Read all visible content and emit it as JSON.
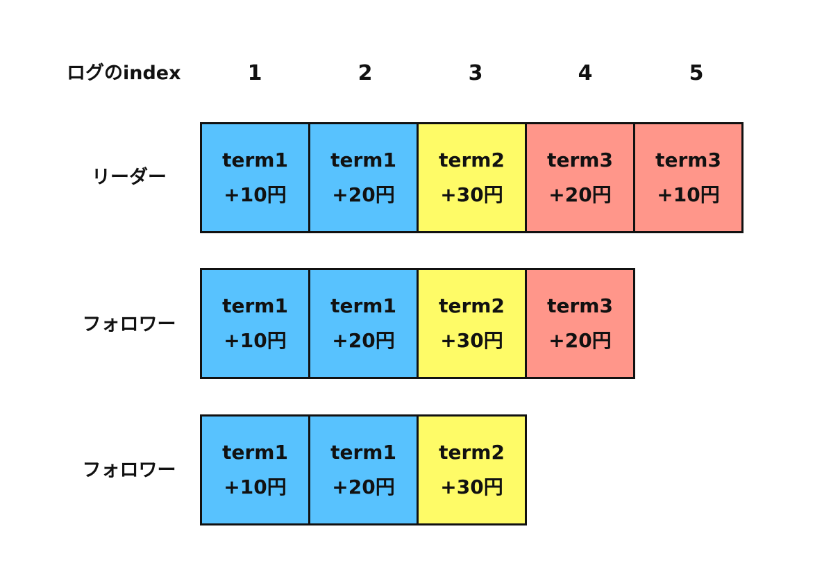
{
  "header": {
    "label": "ログのindex",
    "indices": [
      "1",
      "2",
      "3",
      "4",
      "5"
    ]
  },
  "colors": {
    "term1": "#58C2FE",
    "term2": "#FEFB67",
    "term3": "#FF968A",
    "border": "#111111"
  },
  "rows": [
    {
      "label": "リーダー",
      "entries": [
        {
          "term": "term1",
          "amount": "+10円"
        },
        {
          "term": "term1",
          "amount": "+20円"
        },
        {
          "term": "term2",
          "amount": "+30円"
        },
        {
          "term": "term3",
          "amount": "+20円"
        },
        {
          "term": "term3",
          "amount": "+10円"
        }
      ]
    },
    {
      "label": "フォロワー",
      "entries": [
        {
          "term": "term1",
          "amount": "+10円"
        },
        {
          "term": "term1",
          "amount": "+20円"
        },
        {
          "term": "term2",
          "amount": "+30円"
        },
        {
          "term": "term3",
          "amount": "+20円"
        }
      ]
    },
    {
      "label": "フォロワー",
      "entries": [
        {
          "term": "term1",
          "amount": "+10円"
        },
        {
          "term": "term1",
          "amount": "+20円"
        },
        {
          "term": "term2",
          "amount": "+30円"
        }
      ]
    }
  ]
}
